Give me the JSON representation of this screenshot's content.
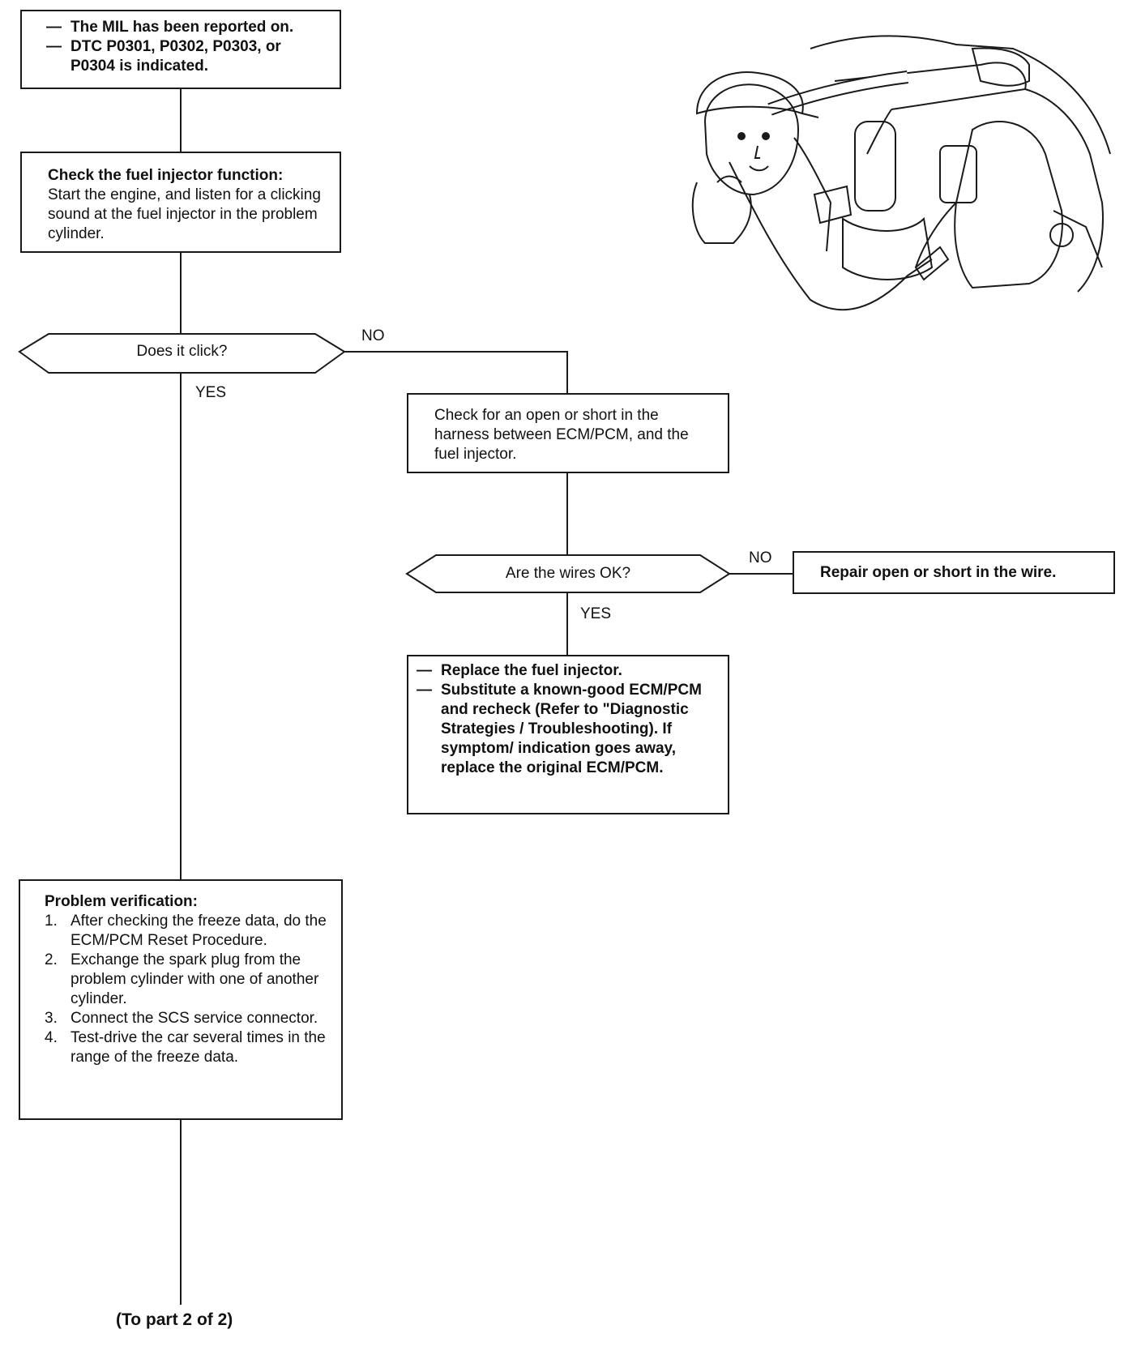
{
  "start_box": {
    "items": [
      "The MIL has been reported on.",
      "DTC P0301, P0302, P0303, or P0304 is indicated."
    ]
  },
  "check_injector": {
    "title": "Check the fuel injector function:",
    "body": "Start the engine, and listen for a clicking sound at the fuel injector in the problem cylinder."
  },
  "decision_click": {
    "question": "Does it click?",
    "no_label": "NO",
    "yes_label": "YES"
  },
  "check_harness": {
    "body": "Check for an open or short in the harness between ECM/PCM, and the fuel injector."
  },
  "decision_wires": {
    "question": "Are the wires OK?",
    "no_label": "NO",
    "yes_label": "YES"
  },
  "repair_box": {
    "text": "Repair open or short in the wire."
  },
  "replace_box": {
    "items": [
      "Replace the fuel injector.",
      "Substitute a known-good ECM/PCM and recheck (Refer to \"Diagnostic Strategies / Troubleshooting). If symptom/ indication goes away, replace the original ECM/PCM."
    ]
  },
  "verification": {
    "title": "Problem verification:",
    "steps": [
      "After checking the freeze data, do the ECM/PCM Reset Procedure.",
      "Exchange the spark plug from the problem cylinder with one of another cylinder.",
      "Connect the SCS service connector.",
      "Test-drive the car several times in the range of the freeze data."
    ],
    "numbers": [
      "1.",
      "2.",
      "3.",
      "4."
    ]
  },
  "footer": {
    "text": "(To part 2 of 2)"
  },
  "dash_glyph": "—"
}
